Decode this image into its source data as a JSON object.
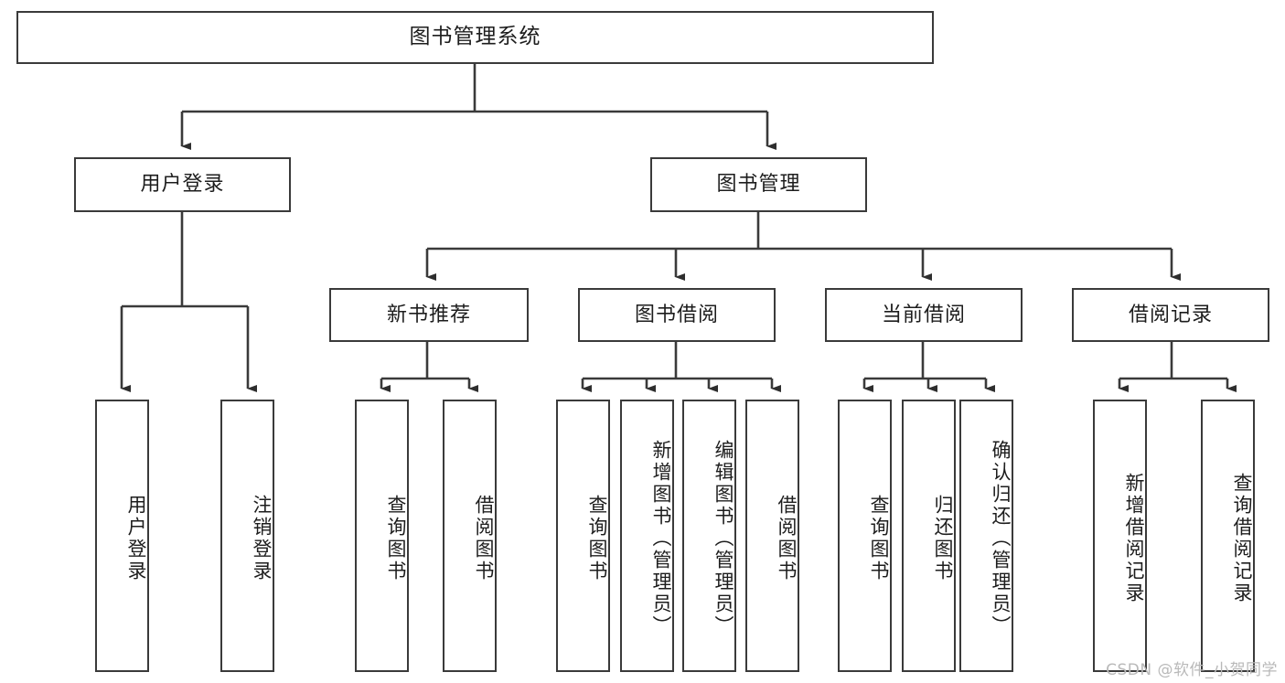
{
  "diagram": {
    "type": "tree-hierarchy",
    "title": "图书管理系统",
    "watermark": "CSDN @软件_小贺同学",
    "colors": {
      "stroke": "#3a3a3a",
      "fill": "#ffffff",
      "text": "#1d1d1d",
      "watermark": "#b9b9b9"
    },
    "nodes": {
      "root": {
        "label": "图书管理系统",
        "level": 0,
        "orient": "horizontal"
      },
      "l1_0": {
        "label": "用户登录",
        "level": 1,
        "orient": "horizontal"
      },
      "l1_1": {
        "label": "图书管理",
        "level": 1,
        "orient": "horizontal"
      },
      "l2_0": {
        "label": "新书推荐",
        "level": 2,
        "orient": "horizontal"
      },
      "l2_1": {
        "label": "图书借阅",
        "level": 2,
        "orient": "horizontal"
      },
      "l2_2": {
        "label": "当前借阅",
        "level": 2,
        "orient": "horizontal"
      },
      "l2_3": {
        "label": "借阅记录",
        "level": 2,
        "orient": "horizontal"
      },
      "leaf_0": {
        "label": "用户登录",
        "level": 3,
        "orient": "vertical"
      },
      "leaf_1": {
        "label": "注销登录",
        "level": 3,
        "orient": "vertical"
      },
      "leaf_2": {
        "label": "查询图书",
        "level": 3,
        "orient": "vertical"
      },
      "leaf_3": {
        "label": "借阅图书",
        "level": 3,
        "orient": "vertical"
      },
      "leaf_4": {
        "label": "查询图书",
        "level": 3,
        "orient": "vertical"
      },
      "leaf_5": {
        "label": "新增图书（管理员）",
        "level": 3,
        "orient": "vertical"
      },
      "leaf_6": {
        "label": "编辑图书（管理员）",
        "level": 3,
        "orient": "vertical"
      },
      "leaf_7": {
        "label": "借阅图书",
        "level": 3,
        "orient": "vertical"
      },
      "leaf_8": {
        "label": "查询图书",
        "level": 3,
        "orient": "vertical"
      },
      "leaf_9": {
        "label": "归还图书",
        "level": 3,
        "orient": "vertical"
      },
      "leaf_10": {
        "label": "确认归还（管理员）",
        "level": 3,
        "orient": "vertical"
      },
      "leaf_11": {
        "label": "新增借阅记录",
        "level": 3,
        "orient": "vertical"
      },
      "leaf_12": {
        "label": "查询借阅记录",
        "level": 3,
        "orient": "vertical"
      }
    },
    "edges": [
      {
        "from": "root",
        "to": "l1_0"
      },
      {
        "from": "root",
        "to": "l1_1"
      },
      {
        "from": "l1_0",
        "to": "leaf_0"
      },
      {
        "from": "l1_0",
        "to": "leaf_1"
      },
      {
        "from": "l1_1",
        "to": "l2_0"
      },
      {
        "from": "l1_1",
        "to": "l2_1"
      },
      {
        "from": "l1_1",
        "to": "l2_2"
      },
      {
        "from": "l1_1",
        "to": "l2_3"
      },
      {
        "from": "l2_0",
        "to": "leaf_2"
      },
      {
        "from": "l2_0",
        "to": "leaf_3"
      },
      {
        "from": "l2_1",
        "to": "leaf_4"
      },
      {
        "from": "l2_1",
        "to": "leaf_5"
      },
      {
        "from": "l2_1",
        "to": "leaf_6"
      },
      {
        "from": "l2_1",
        "to": "leaf_7"
      },
      {
        "from": "l2_2",
        "to": "leaf_8"
      },
      {
        "from": "l2_2",
        "to": "leaf_9"
      },
      {
        "from": "l2_2",
        "to": "leaf_10"
      },
      {
        "from": "l2_3",
        "to": "leaf_11"
      },
      {
        "from": "l2_3",
        "to": "leaf_12"
      }
    ]
  }
}
